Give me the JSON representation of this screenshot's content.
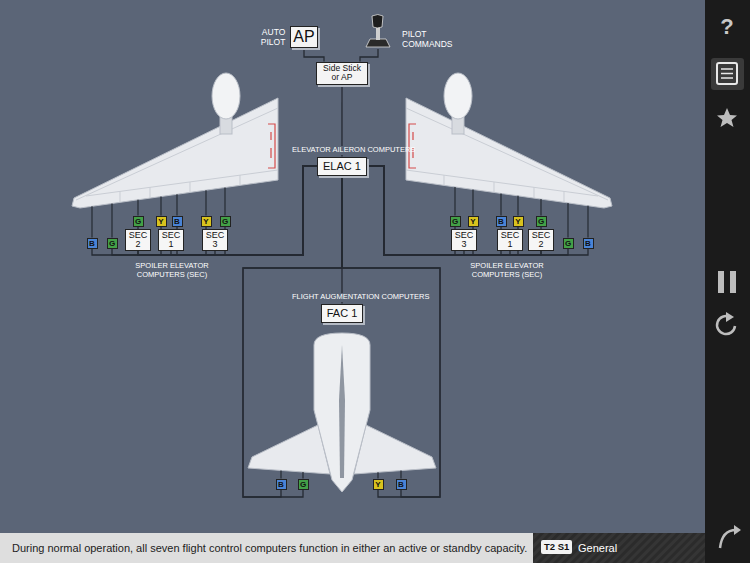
{
  "diagram": {
    "caption": "During normal operation, all seven flight control computers function in either an active or standby capacity.",
    "nodes": [
      {
        "text": [
          "AUTO PILOT",
          "AP"
        ]
      },
      {
        "text": [
          "PILOT COMMANDS"
        ]
      },
      {
        "text": [
          "Side Stick or AP"
        ]
      },
      {
        "text": [
          "ELEVATOR AILERON COMPUTERS",
          "ELAC 1"
        ]
      },
      {
        "text": [
          "G"
        ]
      },
      {
        "text": [
          "Y"
        ]
      },
      {
        "text": [
          "B"
        ]
      },
      {
        "text": [
          "Y"
        ]
      },
      {
        "text": [
          "G"
        ]
      },
      {
        "text": [
          "B"
        ]
      },
      {
        "text": [
          "G"
        ]
      },
      {
        "text": [
          "SEC 2"
        ]
      },
      {
        "text": [
          "SEC 1"
        ]
      },
      {
        "text": [
          "SEC 3"
        ]
      },
      {
        "text": [
          "G"
        ]
      },
      {
        "text": [
          "Y"
        ]
      },
      {
        "text": [
          "B"
        ]
      },
      {
        "text": [
          "Y"
        ]
      },
      {
        "text": [
          "G"
        ]
      },
      {
        "text": [
          "SEC 3"
        ]
      },
      {
        "text": [
          "SEC 1"
        ]
      },
      {
        "text": [
          "SEC 2"
        ]
      },
      {
        "text": [
          "G"
        ]
      },
      {
        "text": [
          "B"
        ]
      },
      {
        "text": [
          "FLIGHT AUGMENTATION COMPUTERS",
          "FAC 1"
        ]
      },
      {
        "text": [
          "B"
        ]
      },
      {
        "text": [
          "G"
        ]
      },
      {
        "text": [
          "Y"
        ]
      },
      {
        "text": [
          "B"
        ]
      }
    ],
    "edges": [
      {
        "from": 0,
        "to": 2,
        "arrow": "none"
      },
      {
        "from": 1,
        "to": 2,
        "arrow": "none"
      },
      {
        "from": 2,
        "to": 3,
        "arrow": "none"
      },
      {
        "from": 3,
        "to": 4,
        "arrow": "none"
      },
      {
        "from": 3,
        "to": 5,
        "arrow": "none"
      },
      {
        "from": 3,
        "to": 6,
        "arrow": "none"
      },
      {
        "from": 3,
        "to": 7,
        "arrow": "none"
      },
      {
        "from": 3,
        "to": 8,
        "arrow": "none"
      },
      {
        "from": 3,
        "to": 9,
        "arrow": "none"
      },
      {
        "from": 3,
        "to": 10,
        "arrow": "none"
      },
      {
        "from": 3,
        "to": 11,
        "arrow": "none"
      },
      {
        "from": 3,
        "to": 12,
        "arrow": "none"
      },
      {
        "from": 3,
        "to": 13,
        "arrow": "none"
      },
      {
        "from": 3,
        "to": 14,
        "arrow": "none"
      },
      {
        "from": 3,
        "to": 15,
        "arrow": "none"
      },
      {
        "from": 3,
        "to": 16,
        "arrow": "none"
      },
      {
        "from": 3,
        "to": 17,
        "arrow": "none"
      },
      {
        "from": 3,
        "to": 18,
        "arrow": "none"
      },
      {
        "from": 3,
        "to": 19,
        "arrow": "none"
      },
      {
        "from": 3,
        "to": 20,
        "arrow": "none"
      },
      {
        "from": 3,
        "to": 21,
        "arrow": "none"
      },
      {
        "from": 3,
        "to": 22,
        "arrow": "none"
      },
      {
        "from": 3,
        "to": 23,
        "arrow": "none"
      },
      {
        "from": 3,
        "to": 24,
        "arrow": "none"
      },
      {
        "from": 3,
        "to": 25,
        "arrow": "none"
      },
      {
        "from": 3,
        "to": 26,
        "arrow": "none"
      },
      {
        "from": 3,
        "to": 27,
        "arrow": "none"
      },
      {
        "from": 3,
        "to": 28,
        "arrow": "none"
      }
    ],
    "labels": [
      "SPOILER ELEVATOR COMPUTERS (SEC)",
      "SPOILER ELEVATOR COMPUTERS (SEC)",
      "T2 S1",
      "General",
      "?"
    ]
  }
}
